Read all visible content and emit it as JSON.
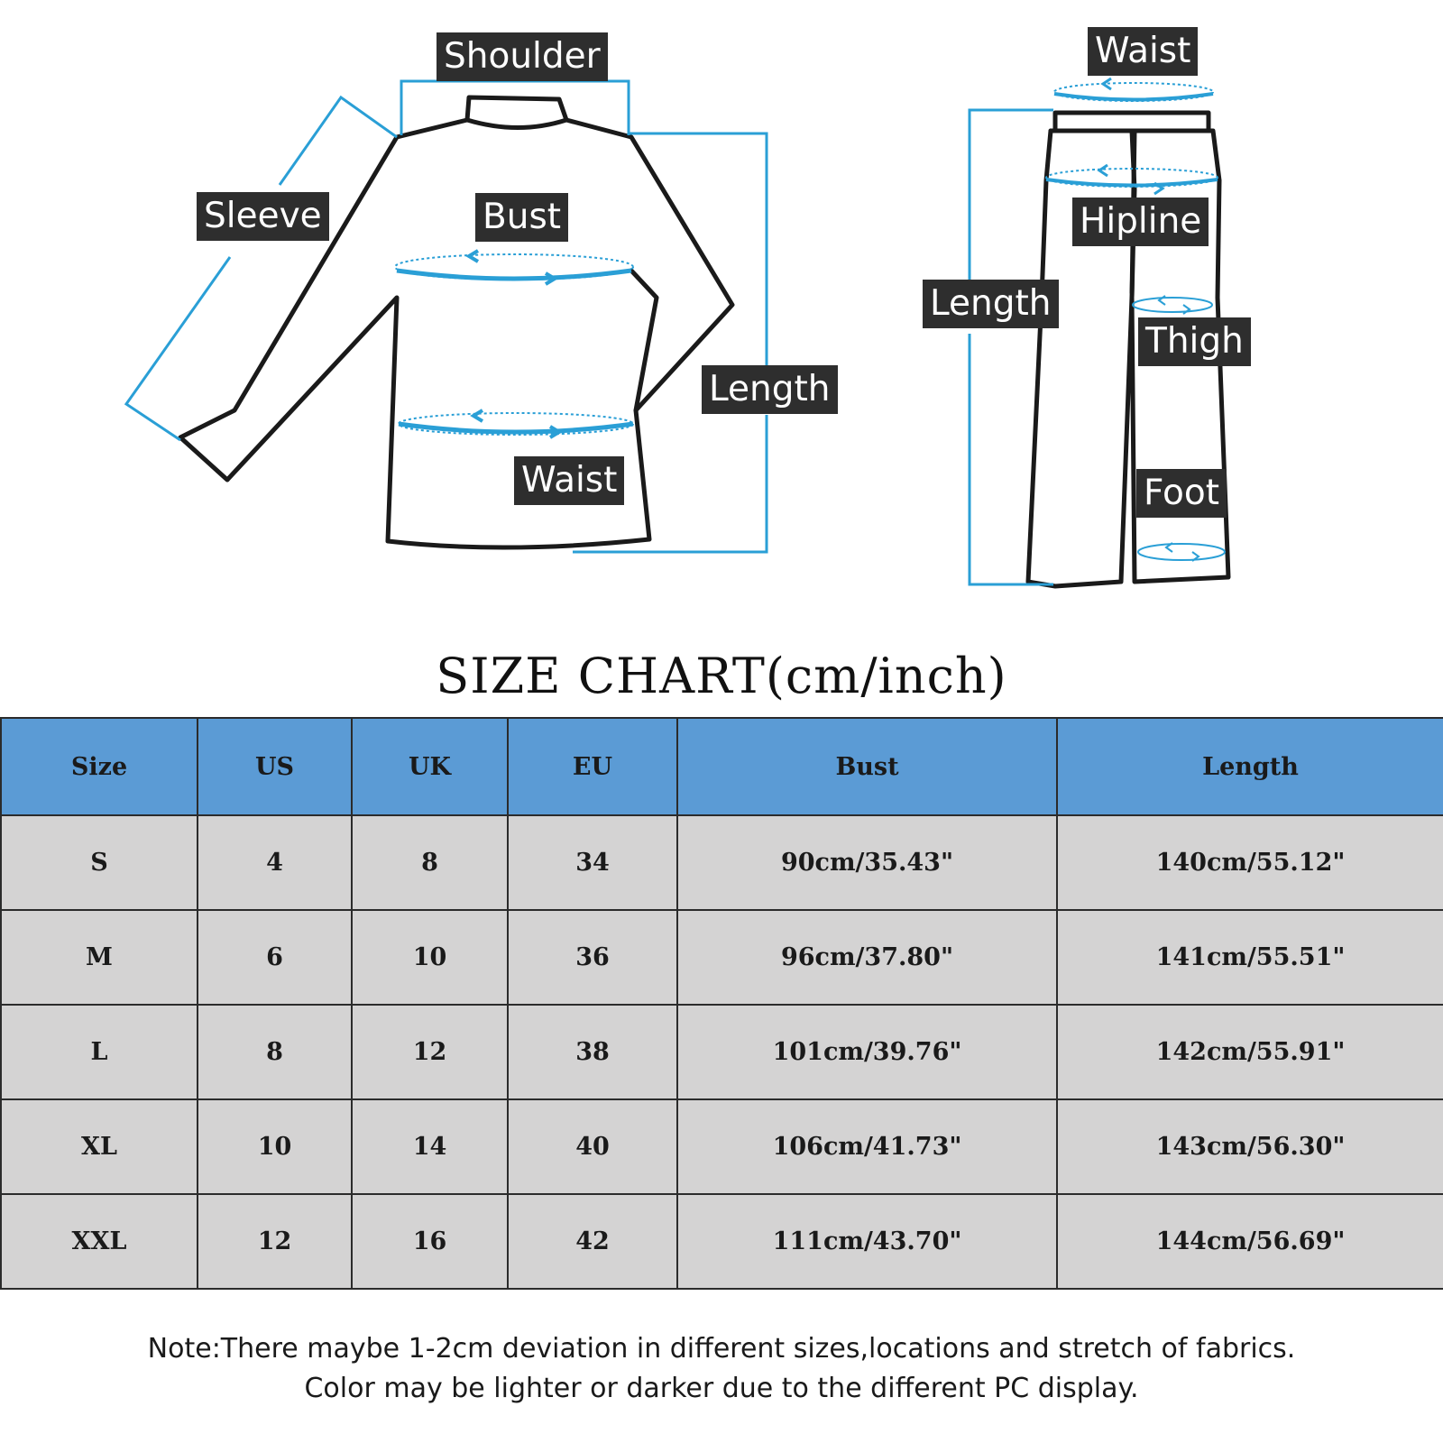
{
  "diagram": {
    "top_labels": {
      "shoulder": "Shoulder",
      "sleeve": "Sleeve",
      "bust": "Bust",
      "length": "Length",
      "waist": "Waist"
    },
    "pants_labels": {
      "waist": "Waist",
      "hipline": "Hipline",
      "length": "Length",
      "thigh": "Thigh",
      "foot": "Foot"
    },
    "colors": {
      "measure_line": "#2a9fd6",
      "label_bg": "#2e2e2e",
      "label_text": "#ffffff"
    }
  },
  "chart_title": "SIZE CHART(cm/inch)",
  "table": {
    "columns": [
      "Size",
      "US",
      "UK",
      "EU",
      "Bust",
      "Length"
    ],
    "rows": [
      [
        "S",
        "4",
        "8",
        "34",
        "90cm/35.43\"",
        "140cm/55.12\""
      ],
      [
        "M",
        "6",
        "10",
        "36",
        "96cm/37.80\"",
        "141cm/55.51\""
      ],
      [
        "L",
        "8",
        "12",
        "38",
        "101cm/39.76\"",
        "142cm/55.91\""
      ],
      [
        "XL",
        "10",
        "14",
        "40",
        "106cm/41.73\"",
        "143cm/56.30\""
      ],
      [
        "XXL",
        "12",
        "16",
        "42",
        "111cm/43.70\"",
        "144cm/56.69\""
      ]
    ],
    "colors": {
      "header_bg": "#5b9bd5",
      "row_bg": "#d4d3d3"
    }
  },
  "note": {
    "line1": "Note:There maybe 1-2cm deviation in different sizes,locations and stretch of fabrics.",
    "line2": "Color may be lighter or darker due to the different PC display."
  }
}
